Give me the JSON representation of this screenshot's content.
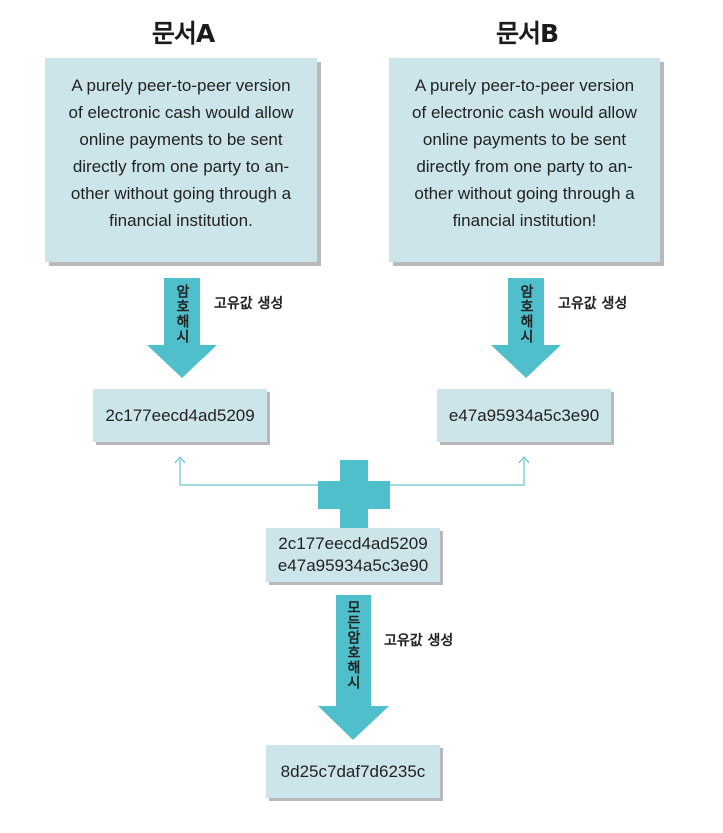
{
  "documents": [
    {
      "title": "문서A",
      "text": "A purely peer-to-peer version\nof electronic cash would allow\nonline payments to be sent\ndirectly from one party to an-\nother without going through a\nfinancial institution."
    },
    {
      "title": "문서B",
      "text": "A purely peer-to-peer version\nof electronic cash would allow\nonline payments to be sent\ndirectly from one party to an-\nother without going through a\nfinancial institution!"
    }
  ],
  "hash_labels": {
    "arrow_text": "암호해시",
    "side_text": "고유값 생성",
    "merkle_arrow_text": "모든암호해시"
  },
  "hashes": {
    "hash_a": "2c177eecd4ad5209",
    "hash_b": "e47a95934a5c3e90",
    "combined": "2c177eecd4ad5209\ne47a95934a5c3e90",
    "final": "8d25c7daf7d6235c"
  },
  "colors": {
    "box_fill": "#cce5ea",
    "arrow_fill": "#4fbfcb",
    "connector": "#66c4cf",
    "shadow": "#b9b9b9"
  }
}
